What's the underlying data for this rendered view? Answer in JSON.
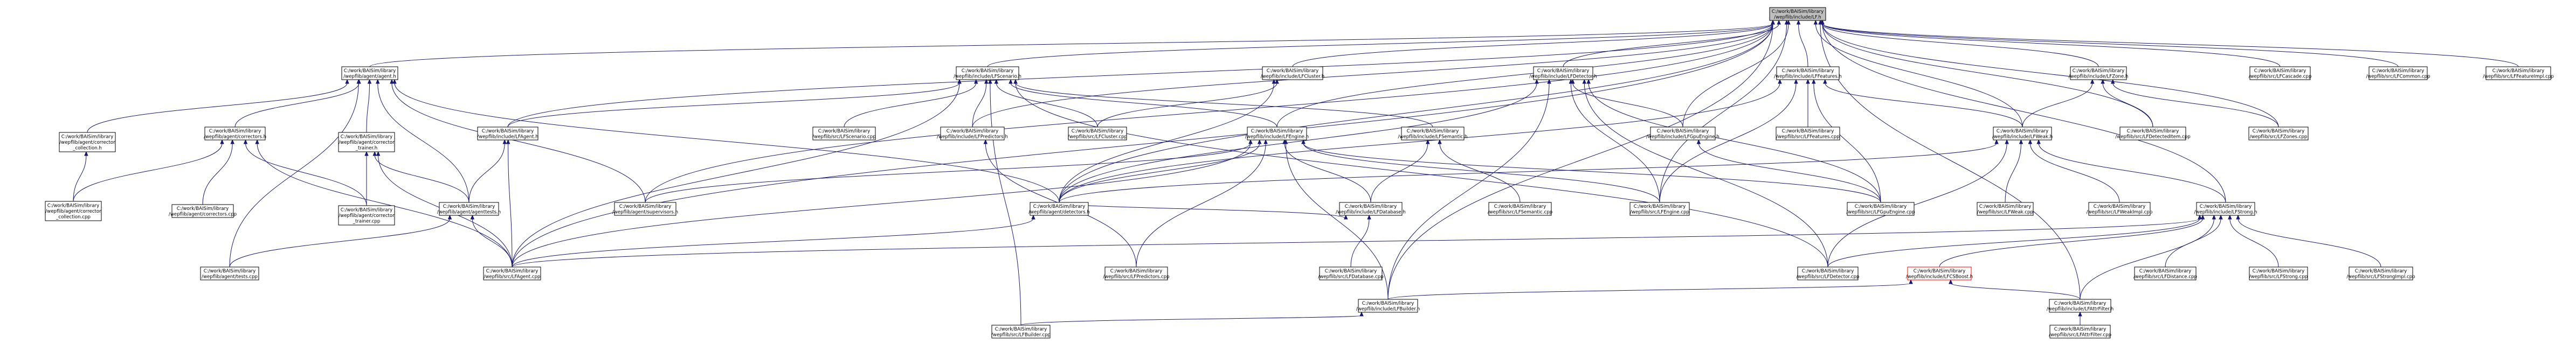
{
  "graph": {
    "colors": {
      "edge": "#191970",
      "node_border": "#000000",
      "root_fill": "#bfbfbf",
      "highlight_border": "#ff0000"
    },
    "nodes": [
      {
        "id": "root",
        "lines": [
          "C:/work/BAISim/library",
          "/wepflib/include/LF.h"
        ],
        "style": "root"
      },
      {
        "id": "agent_h",
        "lines": [
          "C:/work/BAISim/library",
          "/wepflib/agent/agent.h"
        ]
      },
      {
        "id": "scenario_h",
        "lines": [
          "C:/work/BAISim/library",
          "/wepflib/include/LFScenario.h"
        ]
      },
      {
        "id": "cluster_h",
        "lines": [
          "C:/work/BAISim/library",
          "/wepflib/include/LFCluster.h"
        ]
      },
      {
        "id": "detector_h",
        "lines": [
          "C:/work/BAISim/library",
          "/wepflib/include/LFDetector.h"
        ]
      },
      {
        "id": "features_h",
        "lines": [
          "C:/work/BAISim/library",
          "/wepflib/include/LFFeatures.h"
        ]
      },
      {
        "id": "zone_h",
        "lines": [
          "C:/work/BAISim/library",
          "/wepflib/include/LFZone.h"
        ]
      },
      {
        "id": "cascade_cpp",
        "lines": [
          "C:/work/BAISim/library",
          "/wepflib/src/LFCascade.cpp"
        ]
      },
      {
        "id": "common_cpp",
        "lines": [
          "C:/work/BAISim/library",
          "/wepflib/src/LFCommon.cpp"
        ]
      },
      {
        "id": "featureimpl_cpp",
        "lines": [
          "C:/work/BAISim/library",
          "/wepflib/src/LFFeatureImpl.cpp"
        ]
      },
      {
        "id": "corrector_collection_h",
        "lines": [
          "C:/work/BAISim/library",
          "/wepflib/agent/corrector",
          "_collection.h"
        ]
      },
      {
        "id": "correctors_h",
        "lines": [
          "C:/work/BAISim/library",
          "/wepflib/agent/correctors.h"
        ]
      },
      {
        "id": "corrector_trainer_h",
        "lines": [
          "C:/work/BAISim/library",
          "/wepflib/agent/corrector",
          "_trainer.h"
        ]
      },
      {
        "id": "agent_lf_h",
        "lines": [
          "C:/work/BAISim/library",
          "/wepflib/include/LFAgent.h"
        ]
      },
      {
        "id": "scenario_cpp",
        "lines": [
          "C:/work/BAISim/library",
          "/wepflib/src/LFScenario.cpp"
        ]
      },
      {
        "id": "predictors_h",
        "lines": [
          "C:/work/BAISim/library",
          "/wepflib/include/LFPredictors.h"
        ]
      },
      {
        "id": "cluster_cpp",
        "lines": [
          "C:/work/BAISim/library",
          "/wepflib/src/LFCluster.cpp"
        ]
      },
      {
        "id": "engine_h",
        "lines": [
          "C:/work/BAISim/library",
          "/wepflib/include/LFEngine.h"
        ]
      },
      {
        "id": "semantic_h",
        "lines": [
          "C:/work/BAISim/library",
          "/wepflib/include/LFSemantic.h"
        ]
      },
      {
        "id": "gpuengine_h",
        "lines": [
          "C:/work/BAISim/library",
          "/wepflib/include/LFGpuEngine.h"
        ]
      },
      {
        "id": "features_cpp",
        "lines": [
          "C:/work/BAISim/library",
          "/wepflib/src/LFFeatures.cpp"
        ]
      },
      {
        "id": "weak_h",
        "lines": [
          "C:/work/BAISim/library",
          "/wepflib/include/LFWeak.h"
        ]
      },
      {
        "id": "detecteditem_cpp",
        "lines": [
          "C:/work/BAISim/library",
          "/wepflib/src/LFDetectedItem.cpp"
        ]
      },
      {
        "id": "zones_cpp",
        "lines": [
          "C:/work/BAISim/library",
          "/wepflib/src/LFZones.cpp"
        ]
      },
      {
        "id": "corrector_collection_cpp",
        "lines": [
          "C:/work/BAISim/library",
          "/wepflib/agent/corrector",
          "_collection.cpp"
        ]
      },
      {
        "id": "correctors_cpp",
        "lines": [
          "C:/work/BAISim/library",
          "/wepflib/agent/correctors.cpp"
        ]
      },
      {
        "id": "corrector_trainer_cpp",
        "lines": [
          "C:/work/BAISim/library",
          "/wepflib/agent/corrector",
          "_trainer.cpp"
        ]
      },
      {
        "id": "agenttests_h",
        "lines": [
          "C:/work/BAISim/library",
          "/wepflib/agent/agenttests.h"
        ]
      },
      {
        "id": "supervisors_h",
        "lines": [
          "C:/work/BAISim/library",
          "/wepflib/agent/supervisors.h"
        ]
      },
      {
        "id": "detectors_h",
        "lines": [
          "C:/work/BAISim/library",
          "/wepflib/agent/detectors.h"
        ]
      },
      {
        "id": "database_h",
        "lines": [
          "C:/work/BAISim/library",
          "/wepflib/include/LFDatabase.h"
        ]
      },
      {
        "id": "semantic_cpp",
        "lines": [
          "C:/work/BAISim/library",
          "/wepflib/src/LFSemantic.cpp"
        ]
      },
      {
        "id": "engine_cpp",
        "lines": [
          "C:/work/BAISim/library",
          "/wepflib/src/LFEngine.cpp"
        ]
      },
      {
        "id": "gpuengine_cpp",
        "lines": [
          "C:/work/BAISim/library",
          "/wepflib/src/LFGpuEngine.cpp"
        ]
      },
      {
        "id": "weak_cpp",
        "lines": [
          "C:/work/BAISim/library",
          "/wepflib/src/LFWeak.cpp"
        ]
      },
      {
        "id": "weakimpl_cpp",
        "lines": [
          "C:/work/BAISim/library",
          "/wepflib/src/LFWeakImpl.cpp"
        ]
      },
      {
        "id": "strong_h",
        "lines": [
          "C:/work/BAISim/library",
          "/wepflib/include/LFStrong.h"
        ]
      },
      {
        "id": "agenttests_cpp",
        "lines": [
          "C:/work/BAISim/library",
          "/wepflib/agent/tests.cpp"
        ]
      },
      {
        "id": "agent_cpp",
        "lines": [
          "C:/work/BAISim/library",
          "/wepflib/src/LFAgent.cpp"
        ]
      },
      {
        "id": "predictors_cpp",
        "lines": [
          "C:/work/BAISim/library",
          "/wepflib/src/LFPredictors.cpp"
        ]
      },
      {
        "id": "database_cpp",
        "lines": [
          "C:/work/BAISim/library",
          "/wepflib/src/LFDatabase.cpp"
        ]
      },
      {
        "id": "detector_cpp",
        "lines": [
          "C:/work/BAISim/library",
          "/wepflib/src/LFDetector.cpp"
        ]
      },
      {
        "id": "csboost_h",
        "lines": [
          "C:/work/BAISim/library",
          "/wepflib/include/LFCSBoost.h"
        ],
        "style": "red"
      },
      {
        "id": "distance_cpp",
        "lines": [
          "C:/work/BAISim/library",
          "/wepflib/src/LFDistance.cpp"
        ]
      },
      {
        "id": "strong_cpp",
        "lines": [
          "C:/work/BAISim/library",
          "/wepflib/src/LFStrong.cpp"
        ]
      },
      {
        "id": "strongimpl_cpp",
        "lines": [
          "C:/work/BAISim/library",
          "/wepflib/src/LFStrongImpl.cpp"
        ]
      },
      {
        "id": "builder_h",
        "lines": [
          "C:/work/BAISim/library",
          "/wepflib/include/LFBuilder.h"
        ]
      },
      {
        "id": "attrfilter_h",
        "lines": [
          "C:/work/BAISim/library",
          "/wepflib/include/LFAttrFilter.h"
        ]
      },
      {
        "id": "builder_cpp",
        "lines": [
          "C:/work/BAISim/library",
          "/wepflib/src/LFBuilder.cpp"
        ]
      },
      {
        "id": "attrfilter_cpp",
        "lines": [
          "C:/work/BAISim/library",
          "/wepflib/src/LFAttrFilter.cpp"
        ]
      }
    ],
    "edges": [
      [
        "agent_h",
        "root"
      ],
      [
        "scenario_h",
        "root"
      ],
      [
        "cluster_h",
        "root"
      ],
      [
        "detector_h",
        "root"
      ],
      [
        "features_h",
        "root"
      ],
      [
        "zone_h",
        "root"
      ],
      [
        "cascade_cpp",
        "root"
      ],
      [
        "common_cpp",
        "root"
      ],
      [
        "featureimpl_cpp",
        "root"
      ],
      [
        "engine_h",
        "root"
      ],
      [
        "weak_h",
        "root"
      ],
      [
        "strong_h",
        "root"
      ],
      [
        "gpuengine_h",
        "root"
      ],
      [
        "detecteditem_cpp",
        "root"
      ],
      [
        "zones_cpp",
        "root"
      ],
      [
        "agent_lf_h",
        "root"
      ],
      [
        "supervisors_h",
        "root"
      ],
      [
        "detectors_h",
        "root"
      ],
      [
        "engine_cpp",
        "root"
      ],
      [
        "builder_h",
        "root"
      ],
      [
        "attrfilter_h",
        "root"
      ],
      [
        "agent_cpp",
        "root"
      ],
      [
        "predictors_h",
        "root"
      ],
      [
        "corrector_collection_h",
        "agent_h"
      ],
      [
        "correctors_h",
        "agent_h"
      ],
      [
        "corrector_trainer_h",
        "agent_h"
      ],
      [
        "agenttests_h",
        "agent_h"
      ],
      [
        "supervisors_h",
        "agent_h"
      ],
      [
        "detectors_h",
        "agent_h"
      ],
      [
        "agenttests_cpp",
        "agent_h"
      ],
      [
        "agent_lf_h",
        "scenario_h"
      ],
      [
        "scenario_cpp",
        "scenario_h"
      ],
      [
        "predictors_h",
        "scenario_h"
      ],
      [
        "cluster_cpp",
        "scenario_h"
      ],
      [
        "engine_h",
        "scenario_h"
      ],
      [
        "semantic_h",
        "scenario_h"
      ],
      [
        "detector_cpp",
        "scenario_h"
      ],
      [
        "builder_cpp",
        "scenario_h"
      ],
      [
        "agent_cpp",
        "scenario_h"
      ],
      [
        "cluster_cpp",
        "cluster_h"
      ],
      [
        "detectors_h",
        "cluster_h"
      ],
      [
        "detectors_h",
        "detector_h"
      ],
      [
        "gpuengine_h",
        "detector_h"
      ],
      [
        "engine_cpp",
        "detector_h"
      ],
      [
        "detector_cpp",
        "detector_h"
      ],
      [
        "gpuengine_cpp",
        "detector_h"
      ],
      [
        "builder_h",
        "detector_h"
      ],
      [
        "weak_h",
        "features_h"
      ],
      [
        "features_cpp",
        "features_h"
      ],
      [
        "detectors_h",
        "features_h"
      ],
      [
        "engine_cpp",
        "features_h"
      ],
      [
        "gpuengine_cpp",
        "features_h"
      ],
      [
        "zones_cpp",
        "zone_h"
      ],
      [
        "weak_h",
        "zone_h"
      ],
      [
        "detecteditem_cpp",
        "zone_h"
      ],
      [
        "corrector_collection_cpp",
        "corrector_collection_h"
      ],
      [
        "correctors_cpp",
        "correctors_h"
      ],
      [
        "corrector_trainer_cpp",
        "correctors_h"
      ],
      [
        "agent_cpp",
        "correctors_h"
      ],
      [
        "corrector_collection_cpp",
        "correctors_h"
      ],
      [
        "corrector_trainer_cpp",
        "corrector_trainer_h"
      ],
      [
        "agent_cpp",
        "corrector_trainer_h"
      ],
      [
        "agenttests_h",
        "corrector_trainer_h"
      ],
      [
        "agenttests_h",
        "agent_lf_h"
      ],
      [
        "agent_cpp",
        "agent_lf_h"
      ],
      [
        "predictors_cpp",
        "predictors_h"
      ],
      [
        "database_h",
        "engine_h"
      ],
      [
        "engine_cpp",
        "engine_h"
      ],
      [
        "detectors_h",
        "engine_h"
      ],
      [
        "supervisors_h",
        "engine_h"
      ],
      [
        "builder_h",
        "engine_h"
      ],
      [
        "predictors_cpp",
        "engine_h"
      ],
      [
        "gpuengine_cpp",
        "engine_h"
      ],
      [
        "agent_cpp",
        "engine_h"
      ],
      [
        "semantic_cpp",
        "semantic_h"
      ],
      [
        "database_h",
        "semantic_h"
      ],
      [
        "gpuengine_cpp",
        "gpuengine_h"
      ],
      [
        "weak_cpp",
        "weak_h"
      ],
      [
        "weakimpl_cpp",
        "weak_h"
      ],
      [
        "strong_h",
        "weak_h"
      ],
      [
        "detectors_h",
        "weak_h"
      ],
      [
        "detector_cpp",
        "weak_h"
      ],
      [
        "database_cpp",
        "database_h"
      ],
      [
        "detectors_h",
        "database_h"
      ],
      [
        "detector_cpp",
        "strong_h"
      ],
      [
        "csboost_h",
        "strong_h"
      ],
      [
        "distance_cpp",
        "strong_h"
      ],
      [
        "strong_cpp",
        "strong_h"
      ],
      [
        "strongimpl_cpp",
        "strong_h"
      ],
      [
        "attrfilter_h",
        "strong_h"
      ],
      [
        "agent_cpp",
        "strong_h"
      ],
      [
        "agent_cpp",
        "agenttests_h"
      ],
      [
        "agenttests_cpp",
        "agenttests_h"
      ],
      [
        "agent_cpp",
        "detectors_h"
      ],
      [
        "builder_h",
        "csboost_h"
      ],
      [
        "attrfilter_h",
        "csboost_h"
      ],
      [
        "builder_cpp",
        "builder_h"
      ],
      [
        "attrfilter_cpp",
        "attrfilter_h"
      ]
    ]
  }
}
